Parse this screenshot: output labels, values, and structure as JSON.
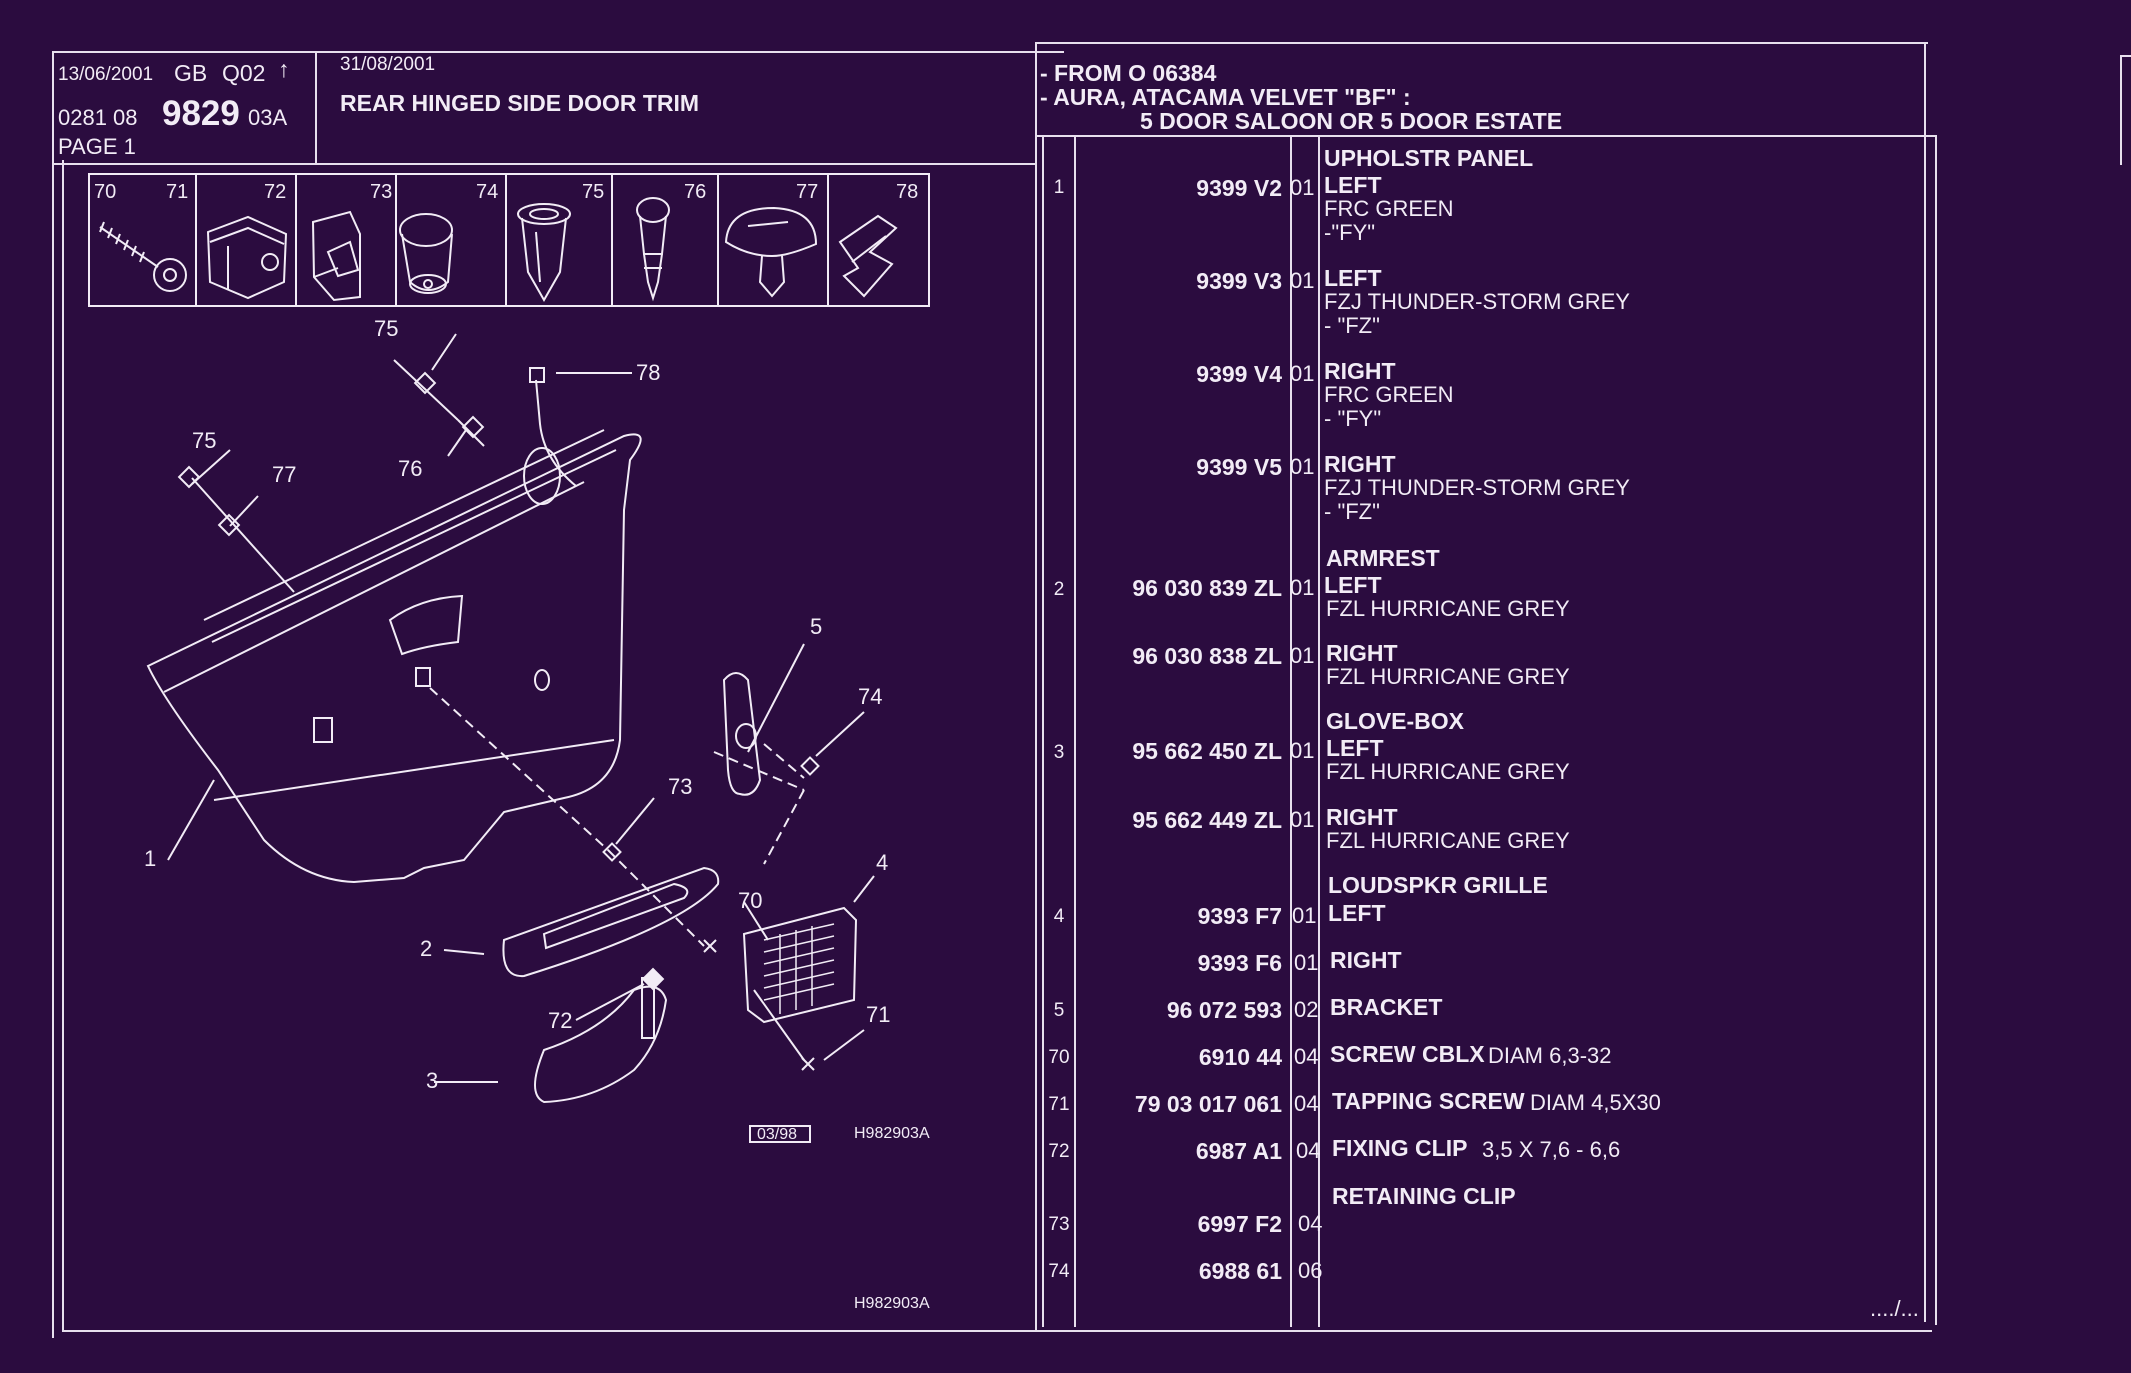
{
  "header": {
    "date1": "13/06/2001",
    "lang": "GB",
    "version": "Q02",
    "arrow": "↑",
    "ref_prefix": "0281 08",
    "ref_main": "9829",
    "ref_suffix": "03A",
    "page": "PAGE 1",
    "date2": "31/08/2001",
    "title": "REAR HINGED SIDE DOOR TRIM",
    "note1": "- FROM  O  06384",
    "note2": "- AURA, ATACAMA VELVET \"BF\" :",
    "note3": "5 DOOR SALOON OR  5 DOOR ESTATE"
  },
  "icons": [
    {
      "num": "70",
      "name": "screw-icon"
    },
    {
      "num": "71",
      "name": "screw-icon-alt"
    },
    {
      "num": "72",
      "name": "fixing-clip-icon"
    },
    {
      "num": "73",
      "name": "retaining-clip-icon"
    },
    {
      "num": "74",
      "name": "nut-icon"
    },
    {
      "num": "75",
      "name": "plug-clip-icon"
    },
    {
      "num": "76",
      "name": "push-clip-icon"
    },
    {
      "num": "77",
      "name": "mushroom-clip-icon"
    },
    {
      "num": "78",
      "name": "cable-clip-icon"
    }
  ],
  "diagram": {
    "callouts": [
      "75",
      "75",
      "77",
      "76",
      "78",
      "5",
      "74",
      "73",
      "4",
      "70",
      "71",
      "72",
      "1",
      "2",
      "3"
    ],
    "stamp_date": "03/98",
    "stamp_ref": "H982903A",
    "footer_ref": "H982903A"
  },
  "parts": {
    "upholstr_header": "UPHOLSTR PANEL",
    "armrest_header": "ARMREST",
    "glovebox_header": "GLOVE-BOX",
    "loudspkr_header": "LOUDSPKR GRILLE",
    "retaining_header": "RETAINING CLIP",
    "rows": [
      {
        "item": "1",
        "ref": "9399 V2",
        "qty": "01",
        "desc": "LEFT",
        "l2": "FRC GREEN",
        "l3": "-\"FY\""
      },
      {
        "item": "",
        "ref": "9399 V3",
        "qty": "01",
        "desc": "LEFT",
        "l2": "FZJ THUNDER-STORM GREY",
        "l3": "-    \"FZ\""
      },
      {
        "item": "",
        "ref": "9399 V4",
        "qty": "01",
        "desc": "RIGHT",
        "l2": "FRC GREEN",
        "l3": "-     \"FY\""
      },
      {
        "item": "",
        "ref": "9399 V5",
        "qty": "01",
        "desc": "RIGHT",
        "l2": "FZJ THUNDER-STORM GREY",
        "l3": "-     \"FZ\""
      },
      {
        "item": "2",
        "ref": "96 030 839 ZL",
        "qty": "01",
        "desc": "LEFT",
        "l2": "FZL HURRICANE GREY",
        "l3": ""
      },
      {
        "item": "",
        "ref": "96 030 838 ZL",
        "qty": "01",
        "desc": "RIGHT",
        "l2": "FZL HURRICANE GREY",
        "l3": ""
      },
      {
        "item": "3",
        "ref": "95 662 450 ZL",
        "qty": "01",
        "desc": "LEFT",
        "l2": "FZL HURRICANE GREY",
        "l3": ""
      },
      {
        "item": "",
        "ref": "95 662 449 ZL",
        "qty": "01",
        "desc": "RIGHT",
        "l2": "FZL HURRICANE GREY",
        "l3": ""
      },
      {
        "item": "4",
        "ref": "9393 F7",
        "qty": "01",
        "desc": "LEFT",
        "l2": "",
        "l3": ""
      },
      {
        "item": "",
        "ref": "9393 F6",
        "qty": "01",
        "desc": "RIGHT",
        "l2": "",
        "l3": ""
      },
      {
        "item": "5",
        "ref": "96 072 593",
        "qty": "02",
        "desc": "BRACKET",
        "l2": "",
        "l3": ""
      },
      {
        "item": "70",
        "ref": "6910 44",
        "qty": "04",
        "desc": "SCREW CBLX",
        "l2": "DIAM 6,3-32",
        "l3": ""
      },
      {
        "item": "71",
        "ref": "79 03 017 061",
        "qty": "04",
        "desc": "TAPPING SCREW",
        "l2": "DIAM 4,5X30",
        "l3": ""
      },
      {
        "item": "72",
        "ref": "6987 A1",
        "qty": "04",
        "desc": "FIXING CLIP",
        "l2": "3,5 X 7,6 - 6,6",
        "l3": ""
      },
      {
        "item": "73",
        "ref": "6997 F2",
        "qty": "04",
        "desc": "",
        "l2": "",
        "l3": ""
      },
      {
        "item": "74",
        "ref": "6988 61",
        "qty": "06",
        "desc": "",
        "l2": "",
        "l3": ""
      }
    ],
    "continued": "..../..."
  }
}
